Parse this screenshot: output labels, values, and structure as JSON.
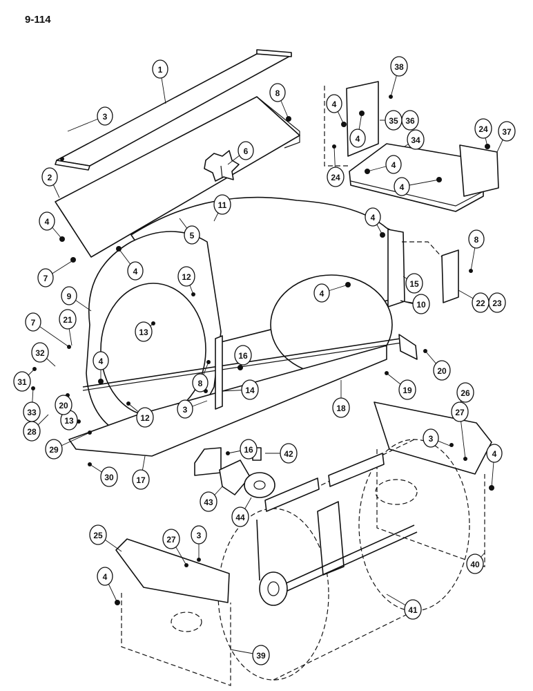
{
  "page": {
    "number": "9-114"
  },
  "callouts": [
    {
      "id": "c1",
      "label": "1"
    },
    {
      "id": "c2",
      "label": "2"
    },
    {
      "id": "c3a",
      "label": "3"
    },
    {
      "id": "c3b",
      "label": "3"
    },
    {
      "id": "c3c",
      "label": "3"
    },
    {
      "id": "c3d",
      "label": "3"
    },
    {
      "id": "c4a",
      "label": "4"
    },
    {
      "id": "c4b",
      "label": "4"
    },
    {
      "id": "c4c",
      "label": "4"
    },
    {
      "id": "c4d",
      "label": "4"
    },
    {
      "id": "c4e",
      "label": "4"
    },
    {
      "id": "c4f",
      "label": "4"
    },
    {
      "id": "c4g",
      "label": "4"
    },
    {
      "id": "c4h",
      "label": "4"
    },
    {
      "id": "c4i",
      "label": "4"
    },
    {
      "id": "c4j",
      "label": "4"
    },
    {
      "id": "c4k",
      "label": "4"
    },
    {
      "id": "c5",
      "label": "5"
    },
    {
      "id": "c6",
      "label": "6"
    },
    {
      "id": "c7a",
      "label": "7"
    },
    {
      "id": "c7b",
      "label": "7"
    },
    {
      "id": "c8a",
      "label": "8"
    },
    {
      "id": "c8b",
      "label": "8"
    },
    {
      "id": "c8c",
      "label": "8"
    },
    {
      "id": "c9",
      "label": "9"
    },
    {
      "id": "c10",
      "label": "10"
    },
    {
      "id": "c11",
      "label": "11"
    },
    {
      "id": "c12a",
      "label": "12"
    },
    {
      "id": "c12b",
      "label": "12"
    },
    {
      "id": "c13a",
      "label": "13"
    },
    {
      "id": "c13b",
      "label": "13"
    },
    {
      "id": "c14",
      "label": "14"
    },
    {
      "id": "c15",
      "label": "15"
    },
    {
      "id": "c16a",
      "label": "16"
    },
    {
      "id": "c16b",
      "label": "16"
    },
    {
      "id": "c17",
      "label": "17"
    },
    {
      "id": "c18",
      "label": "18"
    },
    {
      "id": "c19",
      "label": "19"
    },
    {
      "id": "c20a",
      "label": "20"
    },
    {
      "id": "c20b",
      "label": "20"
    },
    {
      "id": "c21",
      "label": "21"
    },
    {
      "id": "c22",
      "label": "22"
    },
    {
      "id": "c23",
      "label": "23"
    },
    {
      "id": "c24a",
      "label": "24"
    },
    {
      "id": "c24b",
      "label": "24"
    },
    {
      "id": "c25",
      "label": "25"
    },
    {
      "id": "c26",
      "label": "26"
    },
    {
      "id": "c27a",
      "label": "27"
    },
    {
      "id": "c27b",
      "label": "27"
    },
    {
      "id": "c28",
      "label": "28"
    },
    {
      "id": "c29",
      "label": "29"
    },
    {
      "id": "c30",
      "label": "30"
    },
    {
      "id": "c31",
      "label": "31"
    },
    {
      "id": "c32",
      "label": "32"
    },
    {
      "id": "c33",
      "label": "33"
    },
    {
      "id": "c34",
      "label": "34"
    },
    {
      "id": "c35",
      "label": "35"
    },
    {
      "id": "c36",
      "label": "36"
    },
    {
      "id": "c37",
      "label": "37"
    },
    {
      "id": "c38",
      "label": "38"
    },
    {
      "id": "c39",
      "label": "39"
    },
    {
      "id": "c40",
      "label": "40"
    },
    {
      "id": "c41",
      "label": "41"
    },
    {
      "id": "c42",
      "label": "42"
    },
    {
      "id": "c43",
      "label": "43"
    },
    {
      "id": "c44",
      "label": "44"
    }
  ]
}
